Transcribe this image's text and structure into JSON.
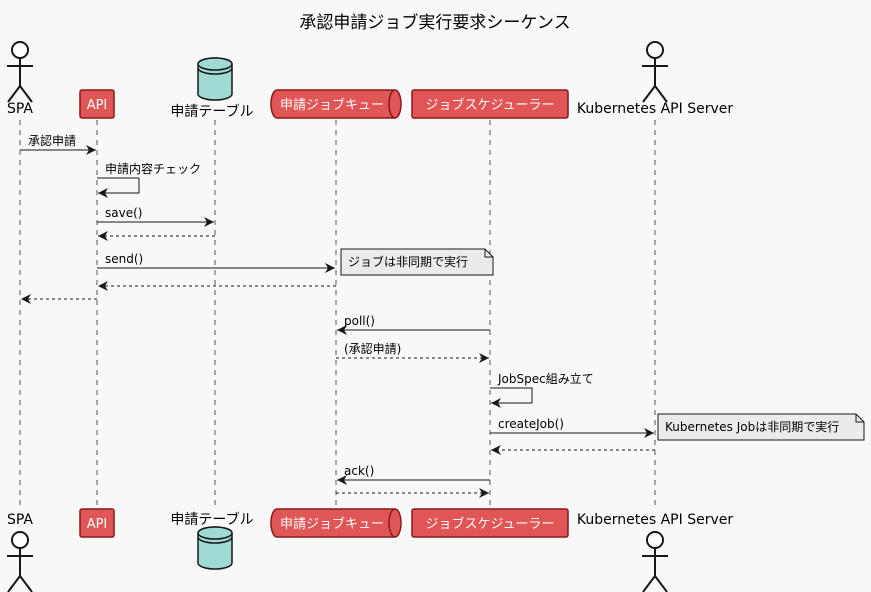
{
  "title": "承認申請ジョブ実行要求シーケンス",
  "colors": {
    "red_box": "#e05555",
    "red_border": "#8b1a1a",
    "db_fill": "#9fdad3",
    "note_fill": "#ebebeb",
    "line": "#181818",
    "lifeline": "#555555",
    "background": "#f8f8f8"
  },
  "participants": [
    {
      "id": "spa",
      "label": "SPA",
      "kind": "actor"
    },
    {
      "id": "api",
      "label": "API",
      "kind": "box-red"
    },
    {
      "id": "table",
      "label": "申請テーブル",
      "kind": "database"
    },
    {
      "id": "queue",
      "label": "申請ジョブキュー",
      "kind": "queue"
    },
    {
      "id": "scheduler",
      "label": "ジョブスケジューラー",
      "kind": "box-red"
    },
    {
      "id": "k8s",
      "label": "Kubernetes API Server",
      "kind": "actor"
    }
  ],
  "messages": [
    {
      "from": "spa",
      "to": "api",
      "label": "承認申請",
      "style": "solid"
    },
    {
      "from": "api",
      "to": "api",
      "label": "申請内容チェック",
      "style": "self"
    },
    {
      "from": "api",
      "to": "table",
      "label": "save()",
      "style": "solid"
    },
    {
      "from": "table",
      "to": "api",
      "label": "",
      "style": "dashed"
    },
    {
      "from": "api",
      "to": "queue",
      "label": "send()",
      "style": "solid"
    },
    {
      "from": "queue",
      "to": "api",
      "label": "",
      "style": "dashed"
    },
    {
      "from": "api",
      "to": "spa",
      "label": "",
      "style": "dashed"
    },
    {
      "from": "scheduler",
      "to": "queue",
      "label": "poll()",
      "style": "solid"
    },
    {
      "from": "queue",
      "to": "scheduler",
      "label": "(承認申請)",
      "style": "dashed"
    },
    {
      "from": "scheduler",
      "to": "scheduler",
      "label": "JobSpec組み立て",
      "style": "self"
    },
    {
      "from": "scheduler",
      "to": "k8s",
      "label": "createJob()",
      "style": "solid"
    },
    {
      "from": "k8s",
      "to": "scheduler",
      "label": "",
      "style": "dashed"
    },
    {
      "from": "scheduler",
      "to": "queue",
      "label": "ack()",
      "style": "solid"
    },
    {
      "from": "queue",
      "to": "scheduler",
      "label": "",
      "style": "dashed"
    }
  ],
  "notes": [
    {
      "text": "ジョブは非同期で実行",
      "after_message": 4
    },
    {
      "text": "Kubernetes Jobは非同期で実行",
      "after_message": 10
    }
  ]
}
